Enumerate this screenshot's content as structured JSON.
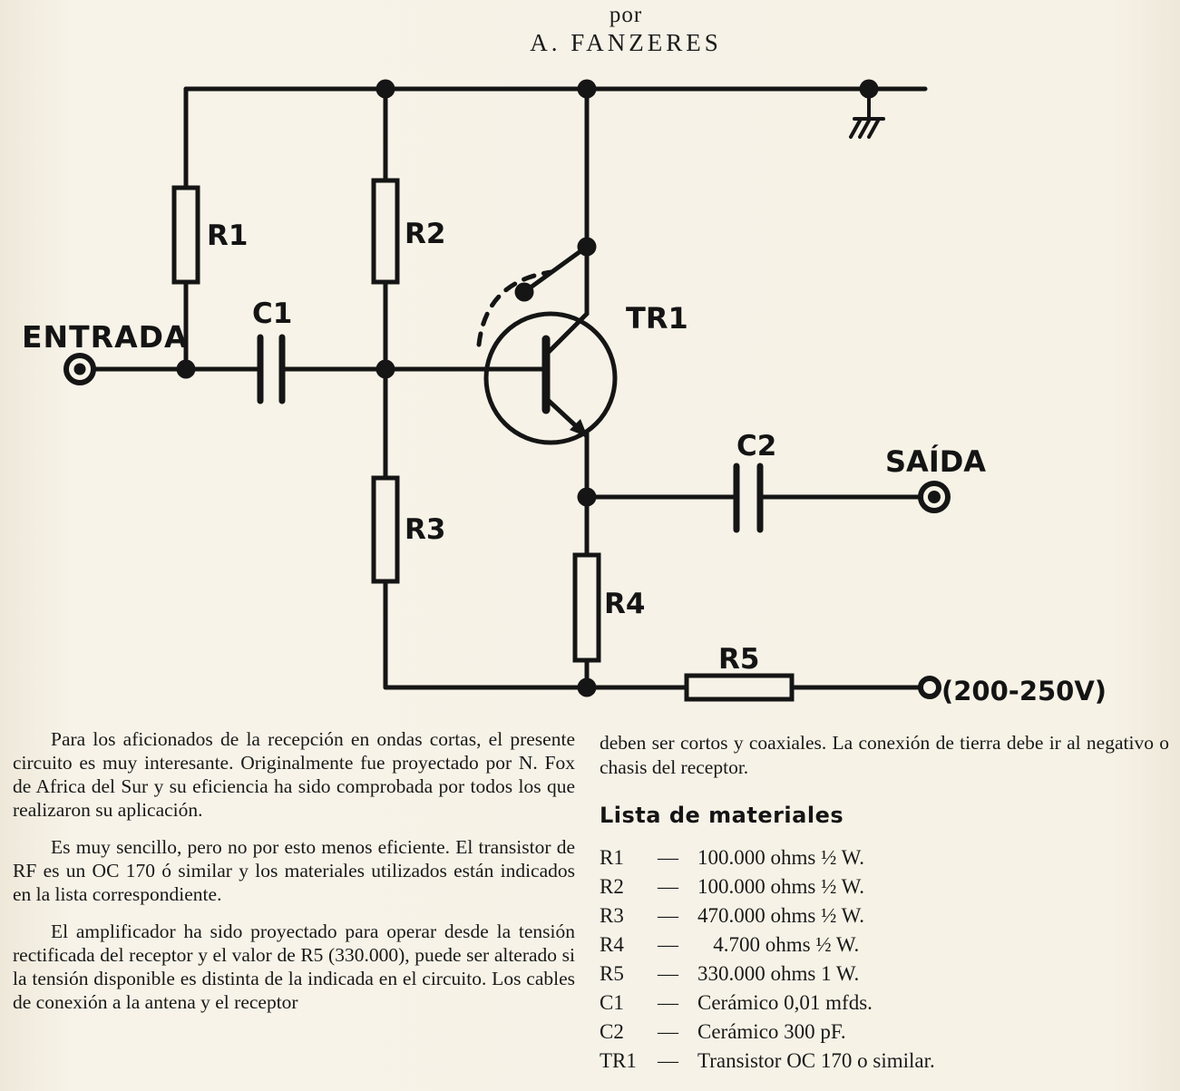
{
  "header": {
    "line1": "por",
    "line2": "A. FANZERES"
  },
  "schematic": {
    "labels": {
      "entrada": "ENTRADA",
      "c1": "C1",
      "r1": "R1",
      "r2": "R2",
      "r3": "R3",
      "r4": "R4",
      "r5": "R5",
      "tr1": "TR1",
      "c2": "C2",
      "saida": "SAÍDA",
      "voltage": "(200-250V)"
    }
  },
  "article": {
    "left_paragraphs": [
      "Para los aficionados de la recepción en ondas cortas, el presente circuito es muy interesante. Originalmente fue proyectado por N. Fox de Africa del Sur y su eficiencia ha sido comprobada por todos los que realizaron su aplicación.",
      "Es muy sencillo, pero no por esto menos eficiente. El transistor de RF es un OC 170 ó similar y los materiales utilizados están indicados en la lista correspondiente.",
      "El amplificador ha sido proyectado para operar desde la tensión rectificada del receptor y el valor de R5 (330.000), puede ser alterado si la tensión disponible es distinta de la indicada en el circuito. Los cables de conexión a la antena y el receptor"
    ],
    "right_paragraph": "deben ser cortos y coaxiales. La conexión de tierra debe ir al negativo o chasis del receptor.",
    "list_title": "Lista de materiales",
    "materials": [
      {
        "ref": "R1",
        "dash": "—",
        "desc": "100.000 ohms ½ W."
      },
      {
        "ref": "R2",
        "dash": "—",
        "desc": "100.000 ohms ½ W."
      },
      {
        "ref": "R3",
        "dash": "—",
        "desc": "470.000 ohms ½ W."
      },
      {
        "ref": "R4",
        "dash": "—",
        "desc": "   4.700 ohms ½ W."
      },
      {
        "ref": "R5",
        "dash": "—",
        "desc": "330.000 ohms 1 W."
      },
      {
        "ref": "C1",
        "dash": "—",
        "desc": "Cerámico 0,01 mfds."
      },
      {
        "ref": "C2",
        "dash": "—",
        "desc": "Cerámico 300 pF."
      },
      {
        "ref": "TR1",
        "dash": "—",
        "desc": "Transistor OC 170 o similar."
      }
    ]
  }
}
